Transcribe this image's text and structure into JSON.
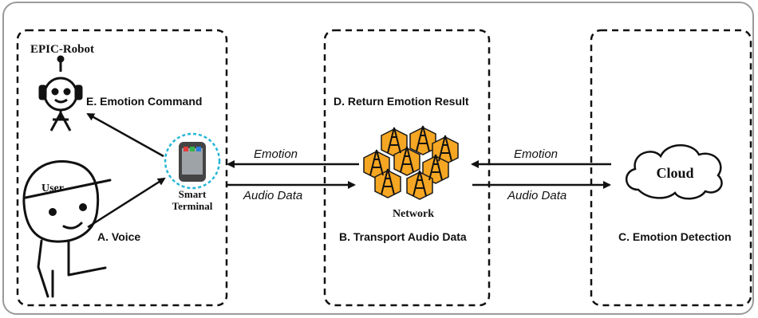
{
  "labels": {
    "robot": "EPIC-Robot",
    "user": "User",
    "smart_terminal_line1": "Smart",
    "smart_terminal_line2": "Terminal",
    "network": "Network",
    "cloud": "Cloud",
    "step_a": "A. Voice",
    "step_b": "B. Transport Audio Data",
    "step_c": "C. Emotion Detection",
    "step_d": "D. Return Emotion Result",
    "step_e": "E. Emotion Command"
  },
  "arrows": {
    "emotion_left": "Emotion",
    "audio_left": "Audio Data",
    "emotion_right": "Emotion",
    "audio_right": "Audio Data"
  },
  "colors": {
    "tower_fill": "#f5a623",
    "tower_stroke": "#1a1a1a",
    "phone_ring": "#27b7d6"
  }
}
